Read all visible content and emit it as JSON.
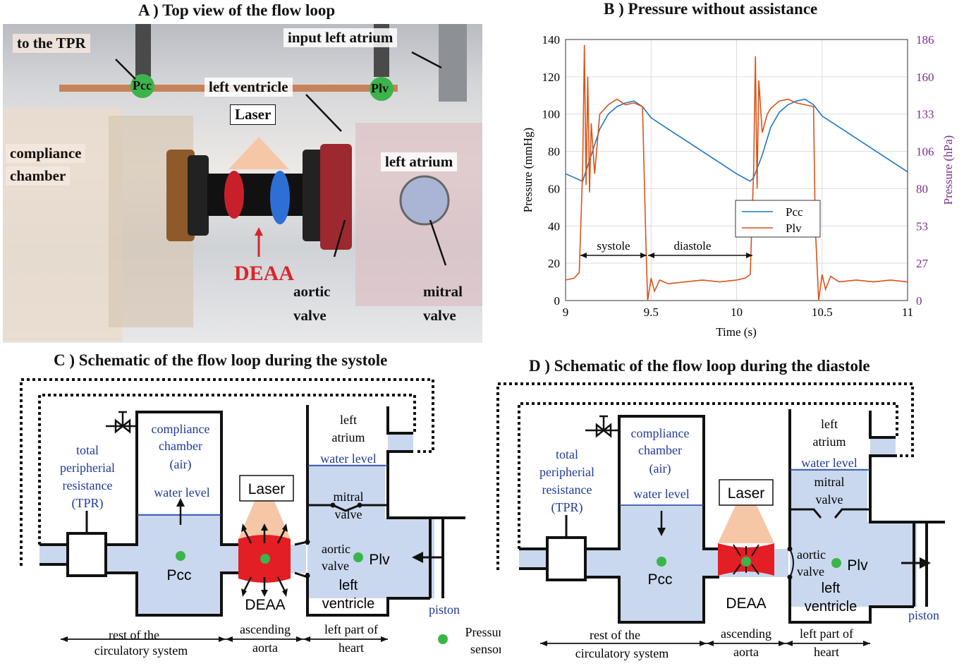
{
  "panels": {
    "a_title": "A ) Top view of the flow loop",
    "b_title": "B ) Pressure without assistance",
    "c_title": "C ) Schematic of the flow loop during the systole",
    "d_title": "D ) Schematic of the flow loop during the diastole"
  },
  "photo": {
    "to_tpr": "to the TPR",
    "pcc": "Pcc",
    "plv": "Plv",
    "input_left_atrium": "input left atrium",
    "left_ventricle": "left ventricle",
    "laser": "Laser",
    "compliance": "compliance",
    "chamber": "chamber",
    "left_atrium": "left atrium",
    "deaa": "DEAA",
    "aortic": "aortic",
    "aortic_valve": "valve",
    "mitral": "mitral",
    "mitral_valve": "valve"
  },
  "chart_data": {
    "type": "line",
    "title": "B ) Pressure without assistance",
    "xlabel": "Time (s)",
    "ylabel": "Pressure (mmHg)",
    "ylabel_right": "Pressure (hPa)",
    "xlim": [
      9,
      11
    ],
    "ylim": [
      0,
      140
    ],
    "ylim_right": [
      0,
      186
    ],
    "xticks": [
      "9",
      "9.5",
      "10",
      "10.5",
      "11"
    ],
    "yticks": [
      "0",
      "20",
      "40",
      "60",
      "80",
      "100",
      "120",
      "140"
    ],
    "yticks_right": [
      "0",
      "27",
      "53",
      "80",
      "106",
      "133",
      "160",
      "186"
    ],
    "grid": true,
    "legend_position": "lower-middle",
    "series": [
      {
        "name": "Pcc",
        "color": "#1f77c4",
        "x": [
          9.0,
          9.1,
          9.15,
          9.2,
          9.25,
          9.3,
          9.35,
          9.4,
          9.45,
          9.5,
          9.6,
          9.7,
          9.8,
          9.9,
          10.0,
          10.08,
          10.1,
          10.15,
          10.2,
          10.25,
          10.3,
          10.35,
          10.4,
          10.45,
          10.5,
          10.6,
          10.7,
          10.8,
          10.9,
          11.0
        ],
        "y": [
          68,
          64,
          78,
          92,
          100,
          104,
          106,
          107,
          104,
          98,
          92,
          86,
          80,
          74,
          68,
          64,
          66,
          78,
          93,
          101,
          105,
          107,
          108,
          105,
          99,
          93,
          87,
          81,
          75,
          69
        ]
      },
      {
        "name": "Plv",
        "color": "#d95319",
        "x": [
          9.0,
          9.05,
          9.08,
          9.1,
          9.11,
          9.12,
          9.13,
          9.14,
          9.15,
          9.17,
          9.2,
          9.25,
          9.3,
          9.35,
          9.4,
          9.45,
          9.47,
          9.48,
          9.5,
          9.52,
          9.55,
          9.6,
          9.7,
          9.8,
          9.9,
          10.0,
          10.05,
          10.08,
          10.1,
          10.11,
          10.12,
          10.13,
          10.15,
          10.18,
          10.2,
          10.25,
          10.3,
          10.35,
          10.4,
          10.45,
          10.46,
          10.48,
          10.5,
          10.52,
          10.55,
          10.6,
          10.7,
          10.8,
          10.9,
          11.0
        ],
        "y": [
          11,
          12,
          15,
          70,
          137,
          62,
          120,
          58,
          95,
          68,
          100,
          105,
          108,
          105,
          106,
          104,
          30,
          0,
          12,
          5,
          11,
          9,
          10,
          11,
          10,
          11,
          12,
          14,
          70,
          131,
          60,
          118,
          90,
          100,
          103,
          107,
          108,
          106,
          105,
          104,
          40,
          0,
          14,
          6,
          13,
          10,
          11,
          10,
          11,
          10
        ]
      }
    ],
    "annotations": [
      "systole",
      "diastole"
    ]
  },
  "schematic_c": {
    "compliance": "compliance",
    "chamber": "chamber",
    "air": "(air)",
    "water_level": "water level",
    "water_level2": "water level",
    "tpr1": "total",
    "tpr2": "peripherial",
    "tpr3": "resistance",
    "tpr4": "(TPR)",
    "left_atrium1": "left",
    "left_atrium2": "atrium",
    "mitral1": "mitral",
    "mitral2": "valve",
    "laser": "Laser",
    "pcc": "Pcc",
    "plv": "Plv",
    "deaa": "DEAA",
    "aortic1": "aortic",
    "aortic2": "valve",
    "lv1": "left",
    "lv2": "ventricle",
    "piston": "piston",
    "rest1": "rest of the",
    "rest2": "circulatory system",
    "asc1": "ascending",
    "asc2": "aorta",
    "heart1": "left part of",
    "heart2": "heart",
    "sensor1": "Pressure",
    "sensor2": "sensor"
  },
  "schematic_d": {
    "compliance": "compliance",
    "chamber": "chamber",
    "air": "(air)",
    "water_level": "water level",
    "water_level2": "water level",
    "tpr1": "total",
    "tpr2": "peripherial",
    "tpr3": "resistance",
    "tpr4": "(TPR)",
    "left_atrium1": "left",
    "left_atrium2": "atrium",
    "mitral1": "mitral",
    "mitral2": "valve",
    "laser": "Laser",
    "pcc": "Pcc",
    "plv": "Plv",
    "deaa": "DEAA",
    "aortic1": "aortic",
    "aortic2": "valve",
    "lv1": "left",
    "lv2": "ventricle",
    "piston": "piston",
    "rest1": "rest of the",
    "rest2": "circulatory system",
    "asc1": "ascending",
    "asc2": "aorta",
    "heart1": "left part of",
    "heart2": "heart"
  },
  "colors": {
    "fluid": "#c9d8ee",
    "deaa": "#e31e24",
    "laser": "#f6c7a6",
    "sensor": "#3cb44b",
    "pcc_line": "#1f77c4",
    "plv_line": "#d95319",
    "right_axis": "#7b2d8e"
  }
}
